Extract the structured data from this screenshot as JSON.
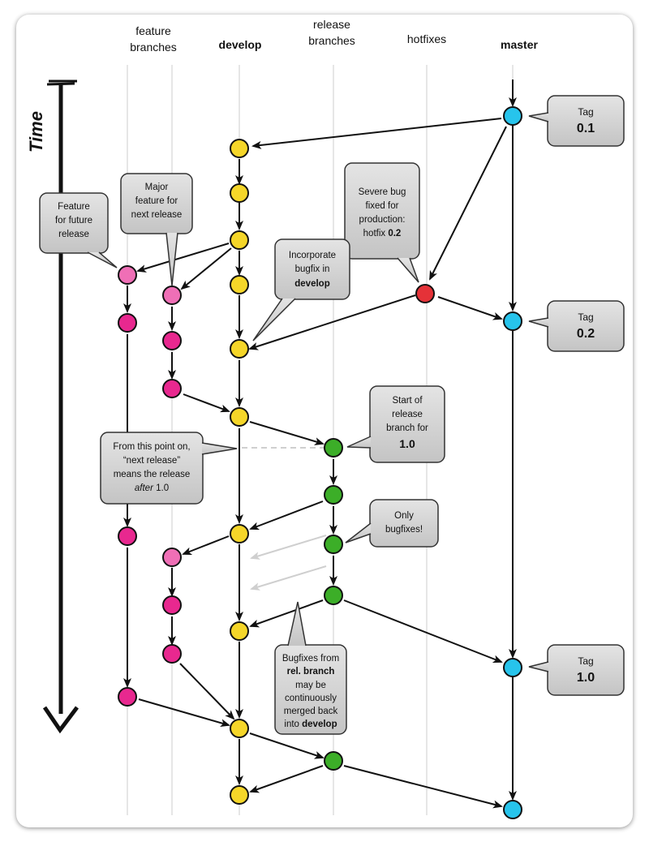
{
  "colors": {
    "feature": "#e8288f",
    "feature_light": "#ef6fb6",
    "develop": "#f5d629",
    "release": "#3cae28",
    "hotfix": "#e53238",
    "master": "#27c4ec",
    "callout_fill": "#d2d2d2",
    "line": "#111111",
    "faint_arrow": "#cfcfcf"
  },
  "headers": {
    "feature_1": "feature",
    "feature_2": "branches",
    "develop": "develop",
    "release_1": "release",
    "release_2": "branches",
    "hotfixes": "hotfixes",
    "master": "master"
  },
  "time_label": "Time",
  "tags": [
    {
      "label": "Tag",
      "version": "0.1"
    },
    {
      "label": "Tag",
      "version": "0.2"
    },
    {
      "label": "Tag",
      "version": "1.0"
    }
  ],
  "notes": {
    "feature_future": [
      "Feature",
      "for future",
      "release"
    ],
    "major_feature": [
      "Major",
      "feature for",
      "next release"
    ],
    "severe_bug": {
      "l1": "Severe bug",
      "l2": "fixed for",
      "l3": "production:",
      "l4": "hotfix ",
      "l4b": "0.2"
    },
    "incorporate": {
      "l1": "Incorporate",
      "l2": "bugfix in",
      "l3b": "develop"
    },
    "start_release": {
      "l1": "Start of",
      "l2": "release",
      "l3": "branch for",
      "l4b": "1.0"
    },
    "from_this_point": {
      "l1": "From this point on,",
      "l2": "“next release”",
      "l3": "means the release",
      "l4i": "after",
      "l4": " 1.0"
    },
    "only_bugfixes": [
      "Only",
      "bugfixes!"
    ],
    "bugfixes_from": {
      "l1": "Bugfixes from",
      "l2b": "rel. branch",
      "l3": "may be",
      "l4": "continuously",
      "l5": "merged back",
      "l6": "into ",
      "l6b": "develop"
    }
  }
}
